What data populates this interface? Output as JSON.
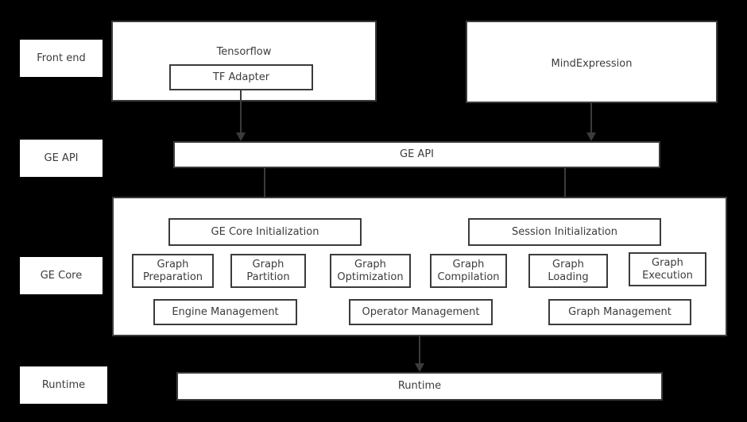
{
  "diagram": {
    "background_color": "#000000",
    "box_fill": "#ffffff",
    "line_color": "#3b3b3b",
    "text_color": "#3c3c3c",
    "layers": [
      {
        "label": "Front end"
      },
      {
        "label": "GE API"
      },
      {
        "label": "GE Core"
      },
      {
        "label": "Runtime"
      }
    ],
    "frontend": {
      "tensorflow": {
        "title": "Tensorflow",
        "child": "TF Adapter"
      },
      "mindexpression": {
        "title": "MindExpression"
      }
    },
    "ge_api_bar": {
      "label": "GE API"
    },
    "ge_core": {
      "init_blocks": [
        {
          "label": "GE Core Initialization"
        },
        {
          "label": "Session Initialization"
        }
      ],
      "graph_blocks": [
        {
          "label": "Graph\nPreparation"
        },
        {
          "label": "Graph\nPartition"
        },
        {
          "label": "Graph\nOptimization"
        },
        {
          "label": "Graph\nCompilation"
        },
        {
          "label": "Graph\nLoading"
        },
        {
          "label": "Graph\nExecution"
        }
      ],
      "management_blocks": [
        {
          "label": "Engine Management"
        },
        {
          "label": "Operator Management"
        },
        {
          "label": "Graph Management"
        }
      ]
    },
    "runtime_bar": {
      "label": "Runtime"
    },
    "connectors": [
      {
        "from": "TF Adapter",
        "to": "GE API"
      },
      {
        "from": "MindExpression",
        "to": "GE API"
      },
      {
        "from": "GE API",
        "to": "GE Core Initialization"
      },
      {
        "from": "GE API",
        "to": "Session Initialization"
      },
      {
        "from": "GE Core",
        "to": "Runtime"
      }
    ]
  }
}
